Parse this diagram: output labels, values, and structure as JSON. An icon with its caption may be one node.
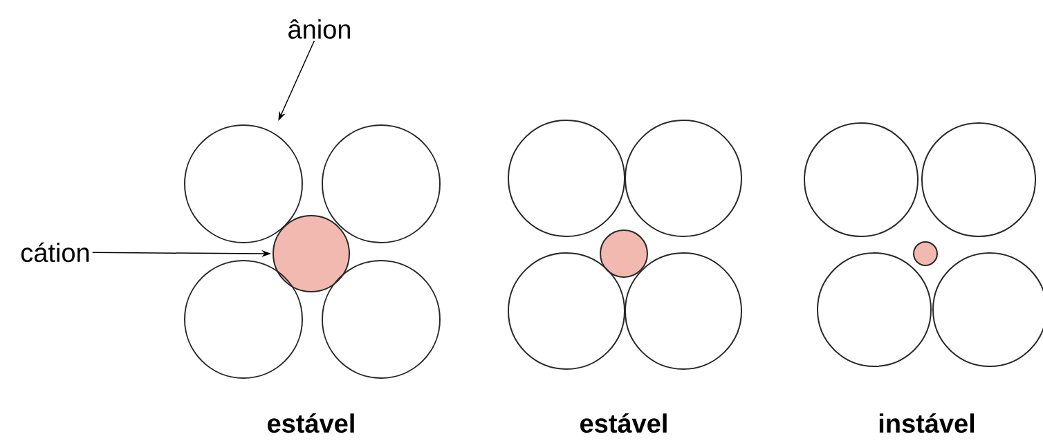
{
  "diagram": {
    "nodes": [
      {
        "text": [
          "ânion"
        ]
      },
      {
        "text": [
          "cátion"
        ]
      },
      {
        "text": [],
        "shape": "circle"
      },
      {
        "text": [],
        "shape": "circle"
      },
      {
        "text": [],
        "shape": "circle"
      },
      {
        "text": [],
        "shape": "circle"
      },
      {
        "text": [],
        "shape": "circle"
      },
      {
        "text": [],
        "shape": "circle"
      },
      {
        "text": [],
        "shape": "circle"
      },
      {
        "text": [],
        "shape": "circle"
      },
      {
        "text": [],
        "shape": "circle"
      },
      {
        "text": [],
        "shape": "circle"
      },
      {
        "text": [],
        "shape": "circle"
      },
      {
        "text": [],
        "shape": "circle"
      },
      {
        "text": [],
        "shape": "circle"
      },
      {
        "text": [],
        "shape": "circle"
      },
      {
        "text": [],
        "shape": "circle"
      }
    ],
    "edges": [
      {
        "from": 0,
        "to": 2,
        "arrow": "to"
      },
      {
        "from": 1,
        "to": 4,
        "arrow": "to"
      }
    ],
    "labels": [
      "estável",
      "estável",
      "instável"
    ]
  }
}
